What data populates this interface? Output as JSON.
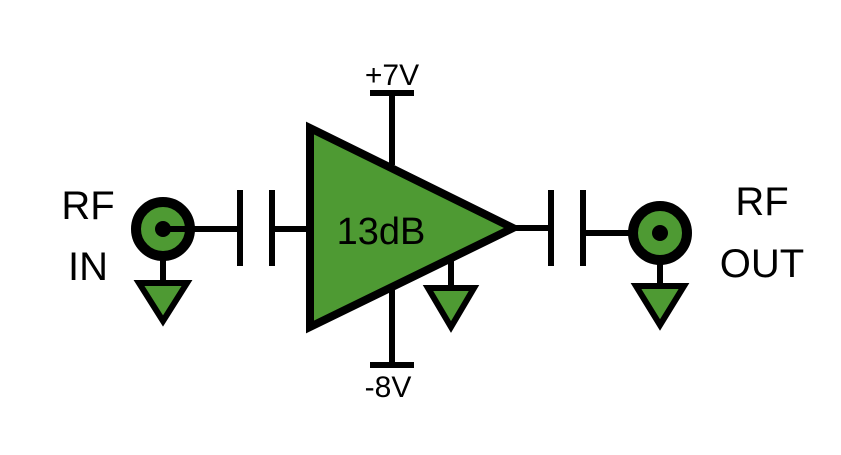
{
  "diagram": {
    "input": {
      "line1": "RF",
      "line2": "IN"
    },
    "output": {
      "line1": "RF",
      "line2": "OUT"
    },
    "amplifier": {
      "gain": "13dB"
    },
    "supply": {
      "positive": "+7V",
      "negative": "-8V"
    }
  },
  "colors": {
    "fill": "#4e9a33",
    "stroke": "#000000",
    "background": "#ffffff"
  }
}
